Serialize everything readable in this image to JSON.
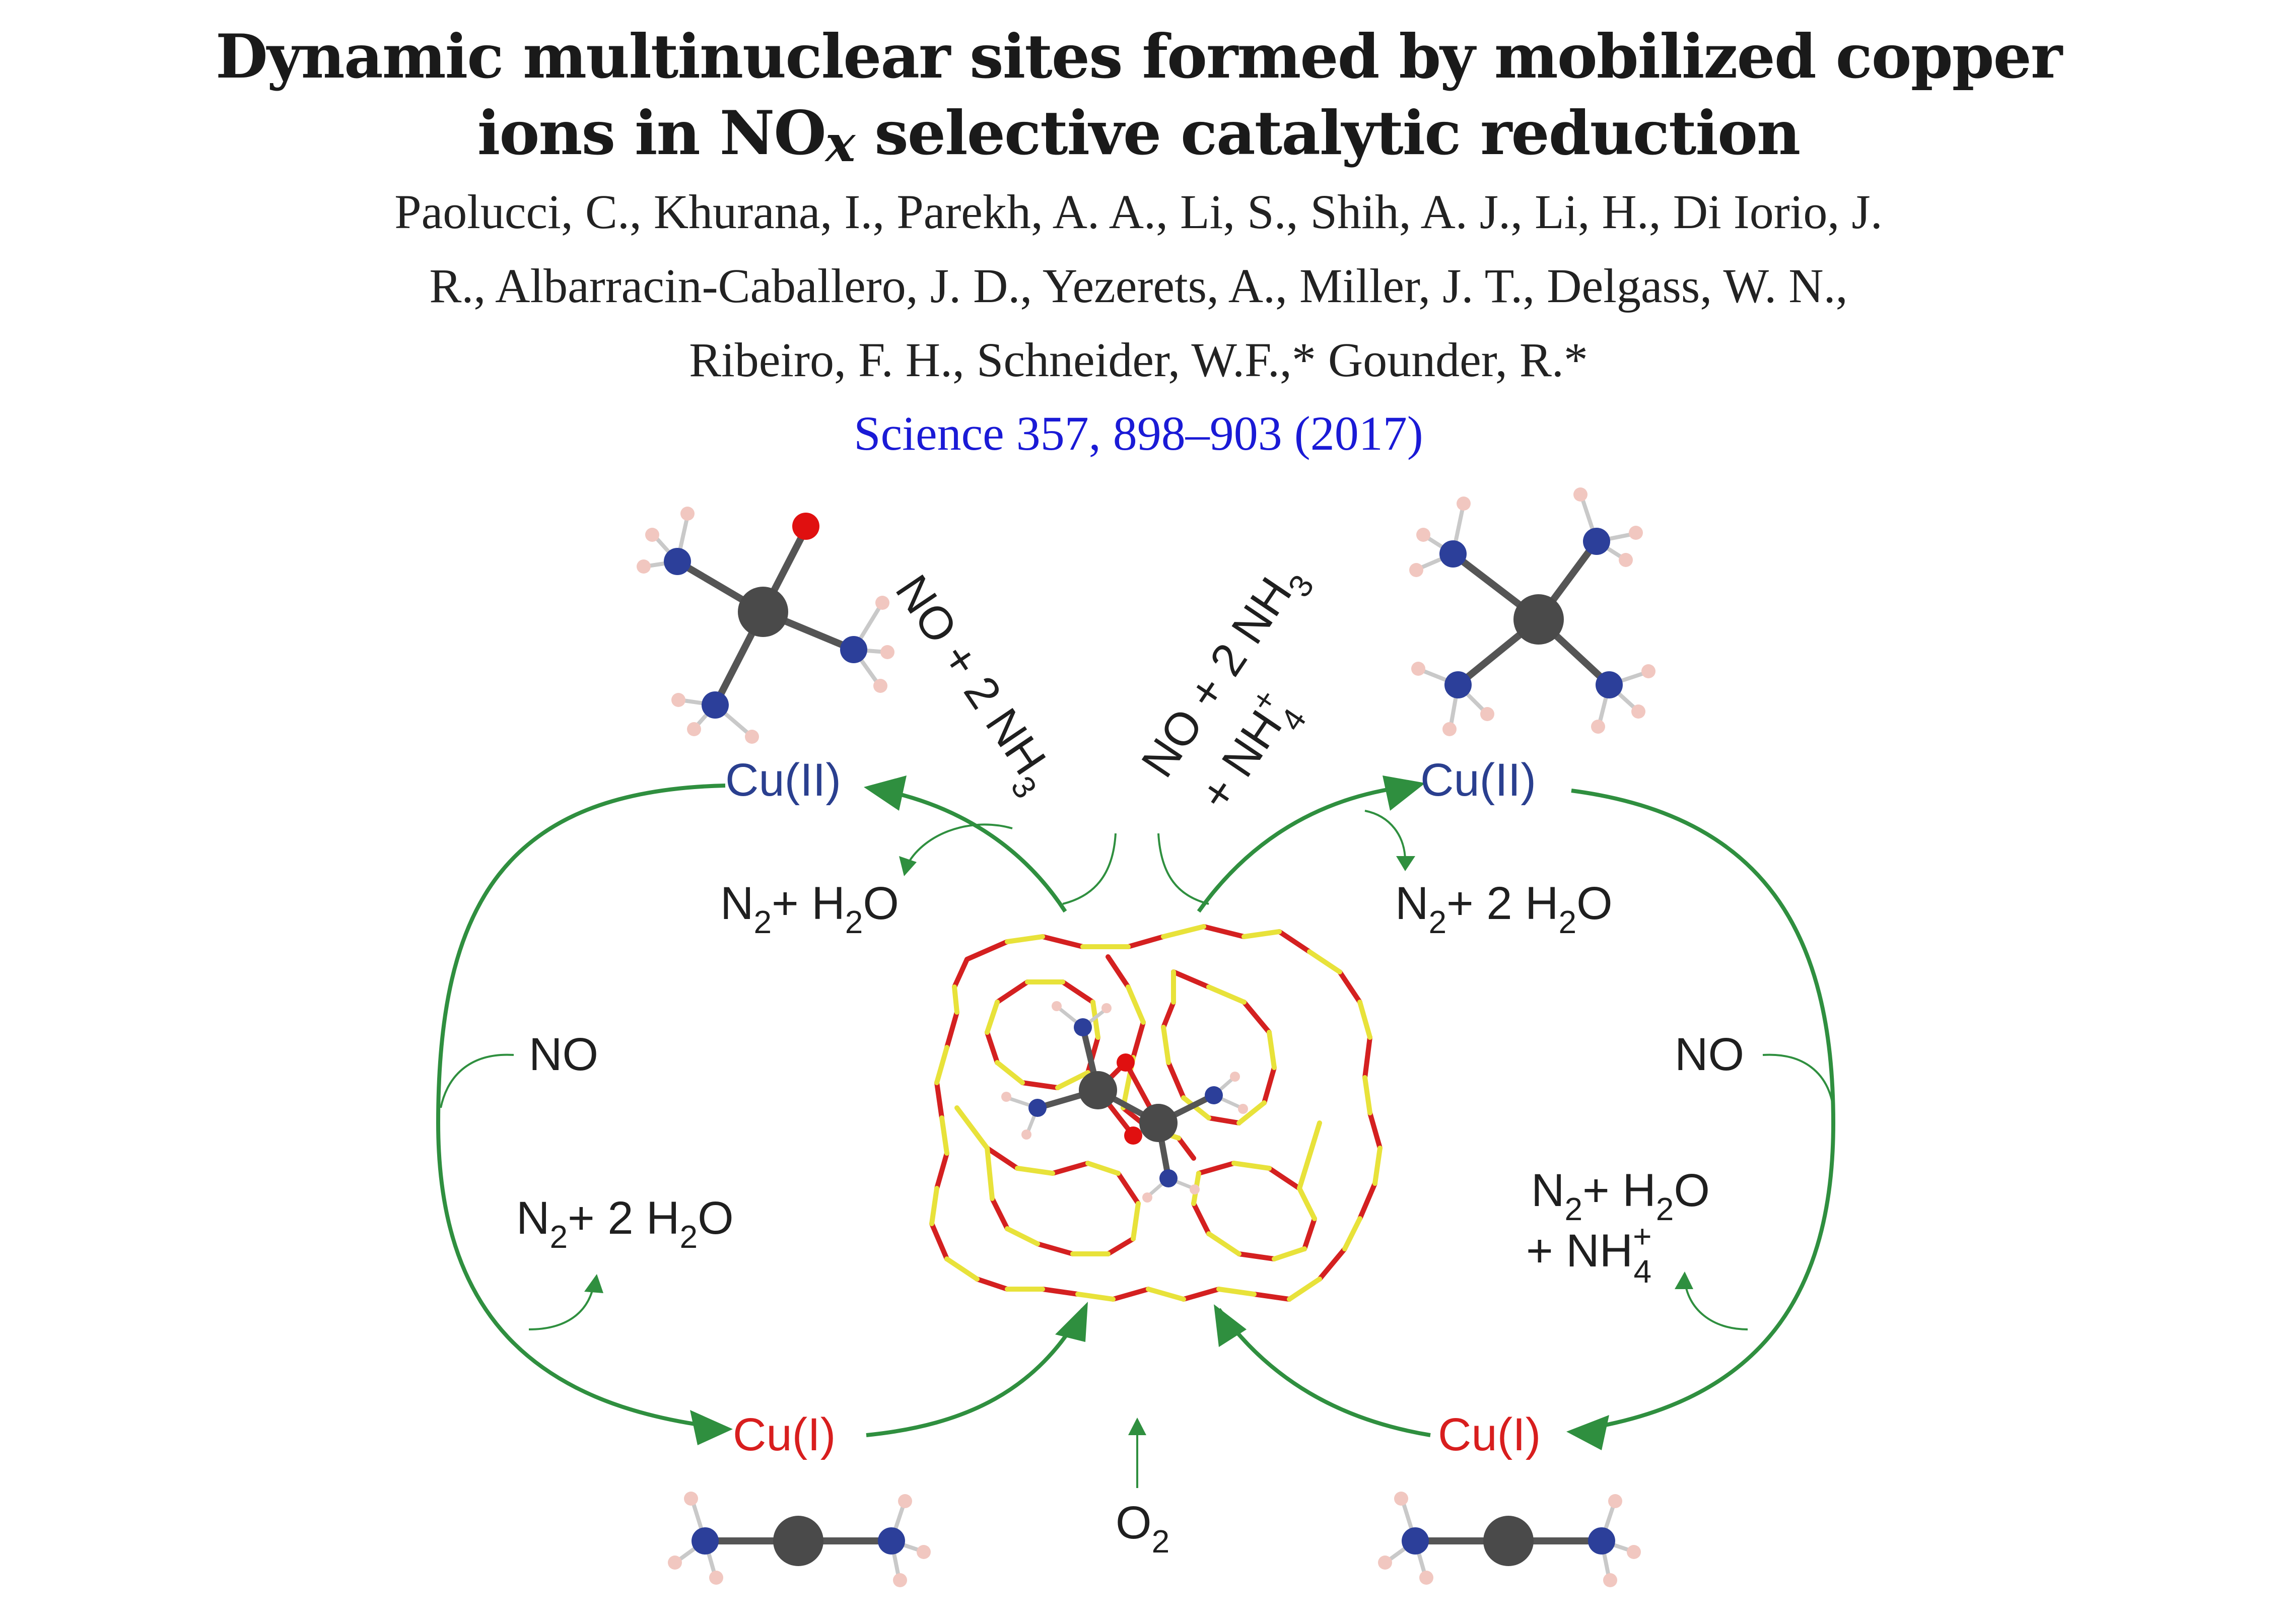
{
  "paper": {
    "title_line1": "Dynamic multinuclear sites formed by mobilized copper",
    "title_line2_prefix": "ions in NO",
    "title_line2_x": "x",
    "title_line2_suffix": " selective catalytic reduction",
    "authors_line1": "Paolucci, C., Khurana, I., Parekh, A. A., Li, S., Shih, A. J., Li, H., Di Iorio, J.",
    "authors_line2": "R., Albarracin-Caballero, J. D., Yezerets, A., Miller, J. T., Delgass, W. N.,",
    "authors_line3": "Ribeiro, F. H., Schneider, W.F.,* Gounder, R.*",
    "citation": "Science 357, 898–903 (2017)"
  },
  "colors": {
    "title": "#1a1a1a",
    "citation": "#1a1ad6",
    "arrow_green": "#2f8f3f",
    "cu_ii_blue": "#2a3f8f",
    "cu_i_red": "#d81e1e",
    "atom_cu": "#4a4a4a",
    "atom_n": "#2c3f9a",
    "atom_h": "#f1c7c0",
    "atom_o": "#e01010",
    "framework_o": "#d42020",
    "framework_si": "#e8e23a"
  },
  "diagram": {
    "cu_ii_left": "Cu(II)",
    "cu_ii_right": "Cu(II)",
    "cu_i_left": "Cu(I)",
    "cu_i_right": "Cu(I)",
    "no_left": "NO",
    "no_right": "NO",
    "reagent_left": {
      "a": "NO + 2 NH",
      "sub": "3"
    },
    "reagent_right": {
      "line1": "NO + 2 NH",
      "line1_sub": "3",
      "line2": "+ NH",
      "line2_sub": "4",
      "line2_sup": "+"
    },
    "prod_top_left": {
      "a": "N",
      "s1": "2",
      "b": "+ H",
      "s2": "2",
      "c": "O"
    },
    "prod_top_right": {
      "a": "N",
      "s1": "2",
      "b": "+ 2 H",
      "s2": "2",
      "c": "O"
    },
    "prod_bottom_left": {
      "a": "N",
      "s1": "2",
      "b": "+ 2 H",
      "s2": "2",
      "c": "O"
    },
    "prod_bottom_right": {
      "a": "N",
      "s1": "2",
      "b": "+ H",
      "s2": "2",
      "c": "O",
      "line2": "+ NH",
      "line2_sub": "4",
      "line2_sup": "+"
    },
    "o2": {
      "a": "O",
      "sub": "2"
    }
  }
}
